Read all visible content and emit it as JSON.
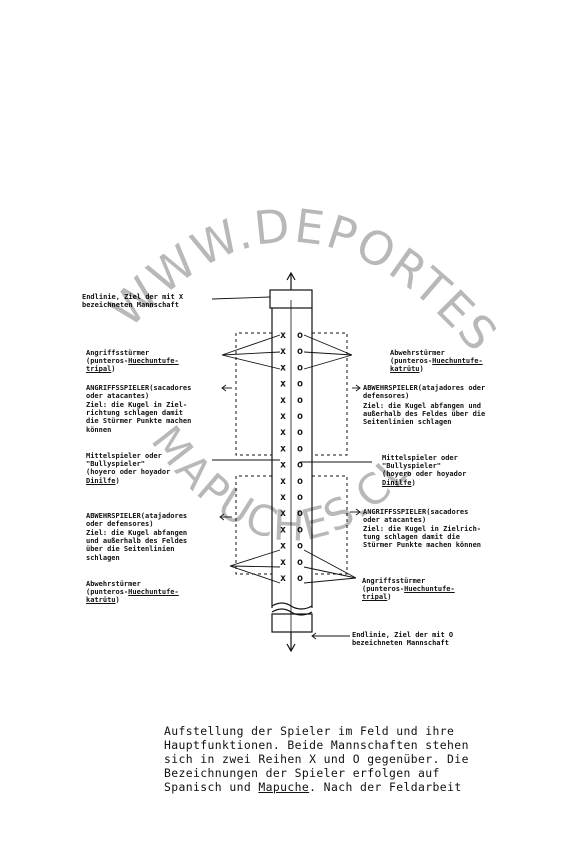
{
  "watermark": {
    "line1": "WWW.DEPORTES",
    "line2": "MAPUCHES.CL"
  },
  "field": {
    "column_x_marks": [
      "x",
      "x",
      "x",
      "x",
      "x",
      "x",
      "x",
      "x",
      "x",
      "x",
      "x",
      "x",
      "x",
      "x",
      "x",
      "x"
    ],
    "column_o_marks": [
      "o",
      "o",
      "o",
      "o",
      "o",
      "o",
      "o",
      "o",
      "o",
      "o",
      "o",
      "o",
      "o",
      "o",
      "o",
      "o"
    ]
  },
  "labels": {
    "endline_x": "Endlinie, Ziel der mit X\nbezeichneten Mannschaft",
    "attack_left_1": "Angriffsstürmer\n(punteros-",
    "attack_left_u1": "Huechuntufe-",
    "attack_left_u2": "tripal",
    "attack_left_end": ")",
    "attack_player_left": "ANGRIFFSSPIELER(sacadores\noder atacantes)",
    "attack_goal_left": "Ziel: die Kugel in Ziel-\nrichtung schlagen damit\ndie Stürmer Punkte machen\nkönnen",
    "mid_left_1": "Mittelspieler oder\n\"Bullyspieler\"\n(hoyero oder hoyador\n",
    "mid_left_u": "Dinilfe",
    "mid_left_end": ")",
    "defense_player_left": "ABWEHRSPIELER(atajadores\noder defensores)",
    "defense_goal_left": "Ziel: die Kugel abfangen\nund außerhalb des Feldes\nüber die Seitenlinien\nschlagen",
    "defense_left_1": "Abwehrstürmer\n(punteros-",
    "defense_left_u1": "Huechuntufe-",
    "defense_left_u2": "katrütu",
    "defense_left_end": ")",
    "defense_right_1": "Abwehrstürmer\n(punteros-",
    "defense_right_u1": "Huechuntufe-",
    "defense_right_u2": "katrütu",
    "defense_right_end": ")",
    "defense_player_right": "ABWEHRSPIELER(atajadores oder\ndefensores)",
    "defense_goal_right": "Ziel: die Kugel abfangen und\naußerhalb des Feldes über die\nSeitenlinien schlagen",
    "mid_right_1": "Mittelspieler oder\n\"Bullyspieler\"\n(hoyero oder hoyador\n",
    "mid_right_u": "Dinilfe",
    "mid_right_end": ")",
    "attack_player_right": "ANGRIFFSSPIELER(sacadores\noder atacantes)",
    "attack_goal_right": "Ziel: die Kugel in Zielrich-\ntung schlagen damit die\nStürmer Punkte machen können",
    "attack_right_1": "Angriffsstürmer\n(punteros-",
    "attack_right_u1": "Huechuntufe-",
    "attack_right_u2": "tripal",
    "attack_right_end": ")",
    "endline_o": "Endlinie, Ziel der mit O\nbezeichneten Mannschaft"
  },
  "caption": {
    "text_1": "Aufstellung der Spieler im Feld und ihre\nHauptfunktionen. Beide Mannschaften stehen\nsich in zwei Reihen X und O gegenüber. Die\nBezeichnungen der Spieler erfolgen auf\nSpanisch und ",
    "text_u": "Mapuche",
    "text_2": ". Nach der Feldarbeit"
  }
}
